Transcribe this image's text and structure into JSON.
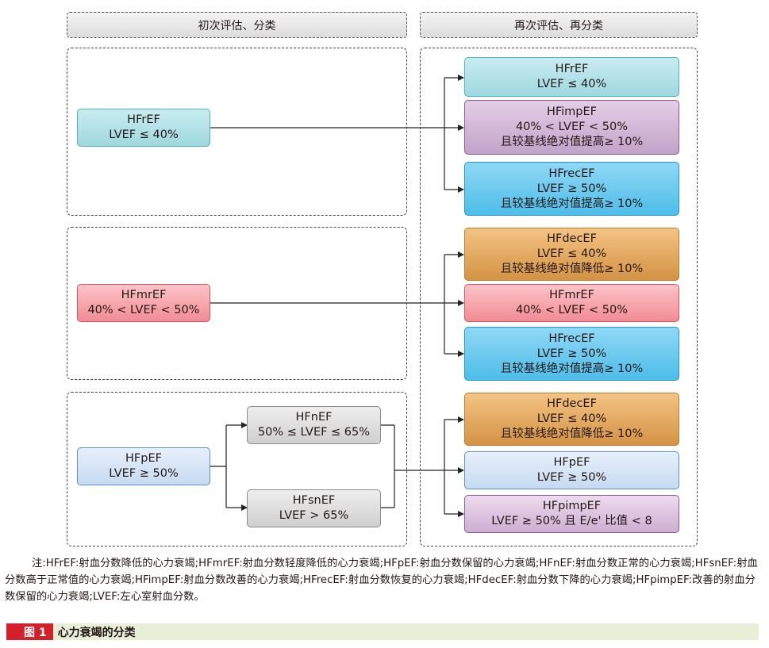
{
  "headers": {
    "left": "初次评估、分类",
    "right": "再次评估、再分类"
  },
  "initial": {
    "hfref": {
      "name": "HFrEF",
      "criteria": "LVEF ≤ 40%"
    },
    "hfmref": {
      "name": "HFmrEF",
      "criteria": "40% < LVEF < 50%"
    },
    "hfpef": {
      "name": "HFpEF",
      "criteria": "LVEF ≥ 50%"
    },
    "hfnef": {
      "name": "HFnEF",
      "criteria": "50% ≤ LVEF ≤ 65%"
    },
    "hfsnef": {
      "name": "HFsnEF",
      "criteria": "LVEF > 65%"
    }
  },
  "reclass": {
    "g1": {
      "hfref": {
        "name": "HFrEF",
        "criteria": "LVEF ≤ 40%"
      },
      "hfimpef": {
        "name": "HFimpEF",
        "criteria": "40% < LVEF < 50%",
        "extra": "且较基线绝对值提高≥ 10%"
      },
      "hfrecef": {
        "name": "HFrecEF",
        "criteria": "LVEF ≥ 50%",
        "extra": "且较基线绝对值提高≥ 10%"
      }
    },
    "g2": {
      "hfdecef": {
        "name": "HFdecEF",
        "criteria": "LVEF ≤ 40%",
        "extra": "且较基线绝对值降低≥ 10%"
      },
      "hfmref": {
        "name": "HFmrEF",
        "criteria": "40% < LVEF < 50%"
      },
      "hfrecef": {
        "name": "HFrecEF",
        "criteria": "LVEF ≥ 50%",
        "extra": "且较基线绝对值提高≥ 10%"
      }
    },
    "g3": {
      "hfdecef": {
        "name": "HFdecEF",
        "criteria": "LVEF ≤ 40%",
        "extra": "且较基线绝对值降低≥ 10%"
      },
      "hfpef": {
        "name": "HFpEF",
        "criteria": "LVEF ≥ 50%"
      },
      "hfpimpef": {
        "name": "HFpimpEF",
        "criteria": "LVEF ≥ 50% 且 E/e' 比值 < 8"
      }
    }
  },
  "note": "注:HFrEF:射血分数降低的心力衰竭;HFmrEF:射血分数轻度降低的心力衰竭;HFpEF:射血分数保留的心力衰竭;HFnEF:射血分数正常的心力衰竭;HFsnEF:射血分数高于正常值的心力衰竭;HFimpEF:射血分数改善的心力衰竭;HFrecEF:射血分数恢复的心力衰竭;HFdecEF:射血分数下降的心力衰竭;HFpimpEF:改善的射血分数保留的心力衰竭;LVEF:左心室射血分数。",
  "caption": {
    "label": "图 1",
    "title": "心力衰竭的分类"
  }
}
